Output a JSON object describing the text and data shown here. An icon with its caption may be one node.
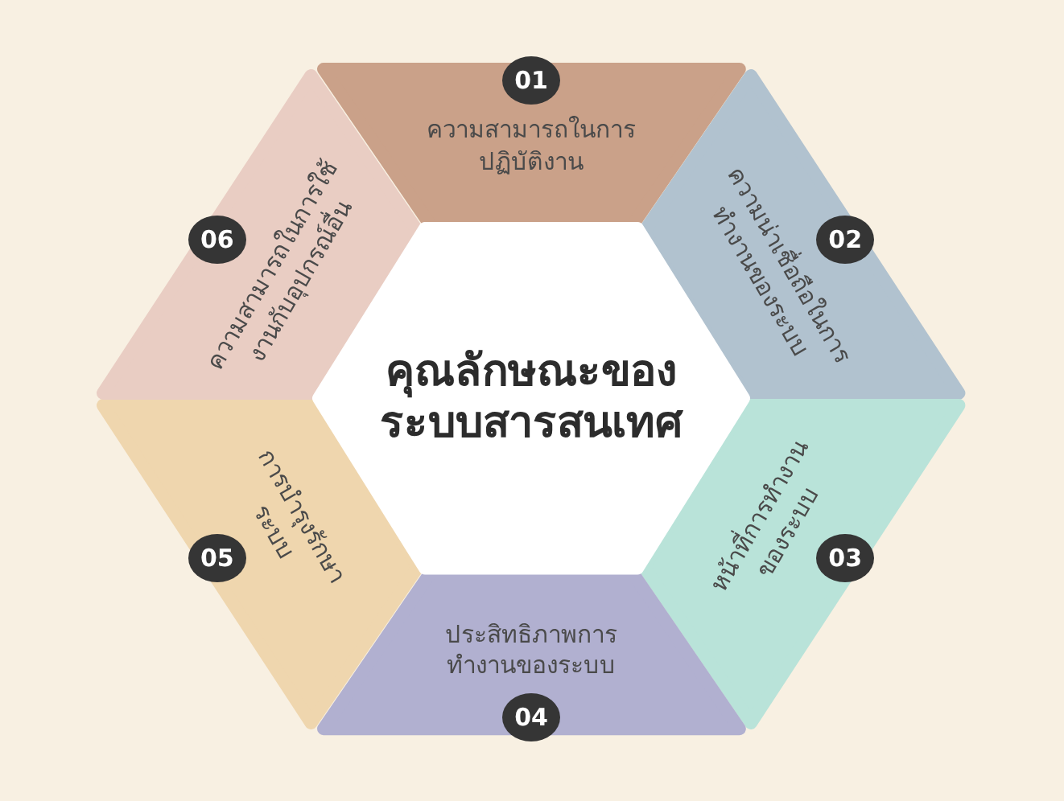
{
  "diagram": {
    "nodes": [
      {
        "text": [
          "คุณลักษณะของระบบสารสนเทศ"
        ]
      },
      {
        "text": [
          "ความสามารถในการปฏิบัติงาน"
        ]
      },
      {
        "text": [
          "ความน่าเชื่อถือในการทำงานของระบบ"
        ]
      },
      {
        "text": [
          "หน้าที่การทำงานของระบบ"
        ]
      },
      {
        "text": [
          "ประสิทธิภาพการทำงานของระบบ"
        ]
      },
      {
        "text": [
          "การบำรุงรักษาระบบ"
        ]
      },
      {
        "text": [
          "ความสามารถในการใช้งานกับอุปกรณ์อื่น"
        ]
      }
    ],
    "labels": [
      "01",
      "02",
      "03",
      "04",
      "05",
      "06"
    ]
  }
}
